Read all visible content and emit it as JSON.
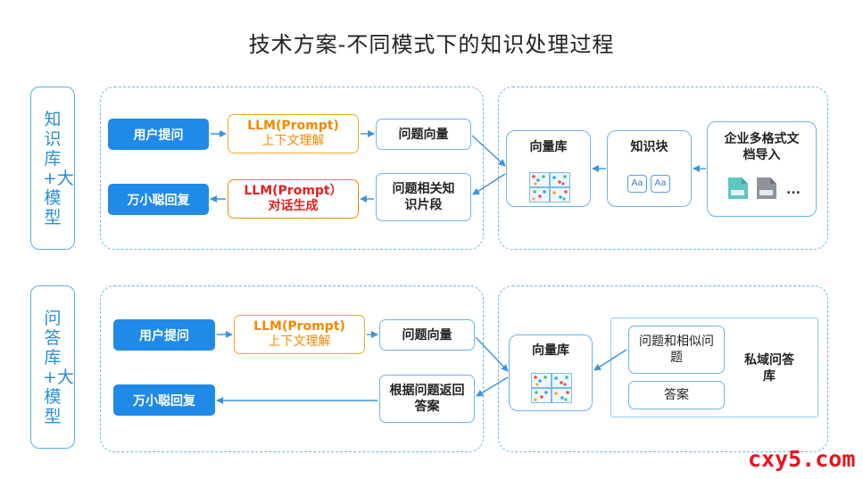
{
  "title": "技术方案-不同模式下的知识处理过程",
  "sections": [
    {
      "side_label": "知识库+大模型",
      "question": "用户提问",
      "llm1": {
        "line1": "LLM(Prompt)",
        "line2": "上下文理解"
      },
      "vectorize": "问题向量",
      "retrieve": "问题相关知识片段",
      "llm2": {
        "line1": "LLM(Prompt）",
        "line2": "对话生成"
      },
      "answer": "万小聪回复",
      "vector_db": "向量库",
      "knowledge_block": "知识块",
      "doc_import": "企业多格式文档导入",
      "doc_ellipsis": "...",
      "aa_icon": "Aa"
    },
    {
      "side_label": "问答库+大模型",
      "question": "用户提问",
      "llm1": {
        "line1": "LLM(Prompt)",
        "line2": "上下文理解"
      },
      "vectorize": "问题向量",
      "retrieve": "根据问题返回答案",
      "answer": "万小聪回复",
      "vector_db": "向量库",
      "qa_questions": "问题和相似问题",
      "qa_answer": "答案",
      "private_qa": "私域问答库"
    }
  ],
  "watermark": "cxy5.com",
  "colors": {
    "accent": "#1f8ae8",
    "llm_border": "#f5a623",
    "red_text": "#e42020",
    "border": "#68b5ea"
  }
}
